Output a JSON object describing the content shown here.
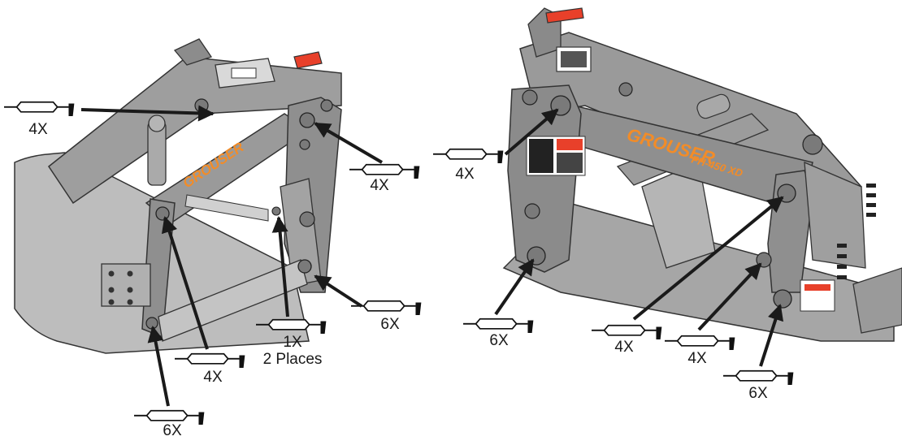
{
  "brand": {
    "accent": "#F28C28",
    "steel": "#9a9a9a",
    "steel_dark": "#6f6f6f",
    "warning_red": "#E8402A"
  },
  "left_view": {
    "callouts": [
      {
        "id": "l-top",
        "qty": "4X",
        "icon": "grease-gun-icon"
      },
      {
        "id": "l-right-upper",
        "qty": "4X",
        "icon": "grease-gun-icon"
      },
      {
        "id": "l-center",
        "qty": "1X",
        "note": "2 Places",
        "icon": "grease-gun-icon"
      },
      {
        "id": "l-right-lower",
        "qty": "6X",
        "icon": "grease-gun-icon"
      },
      {
        "id": "l-mid-bottom",
        "qty": "4X",
        "icon": "grease-gun-icon"
      },
      {
        "id": "l-bottom",
        "qty": "6X",
        "icon": "grease-gun-icon"
      }
    ]
  },
  "right_view": {
    "callouts": [
      {
        "id": "r-left-upper",
        "qty": "4X",
        "icon": "grease-gun-icon"
      },
      {
        "id": "r-left-lower",
        "qty": "6X",
        "icon": "grease-gun-icon"
      },
      {
        "id": "r-bottom-a",
        "qty": "4X",
        "icon": "grease-gun-icon"
      },
      {
        "id": "r-bottom-b",
        "qty": "4X",
        "icon": "grease-gun-icon"
      },
      {
        "id": "r-bottom-c",
        "qty": "6X",
        "icon": "grease-gun-icon"
      }
    ]
  }
}
